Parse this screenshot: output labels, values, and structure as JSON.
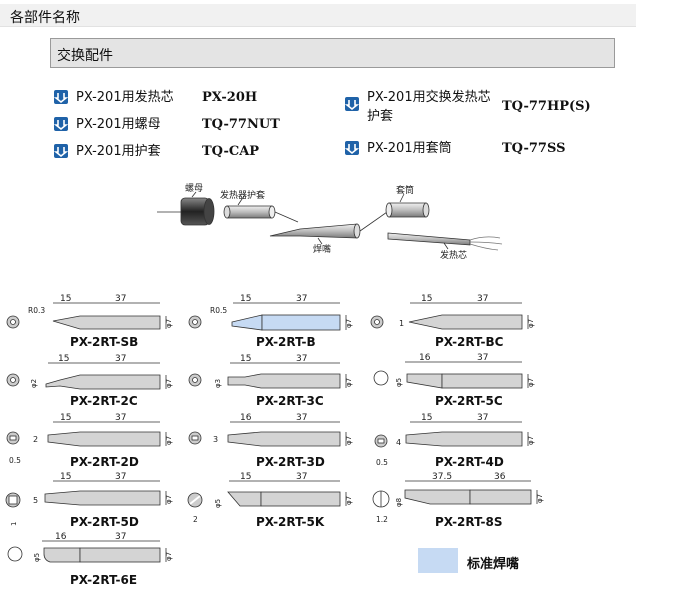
{
  "section_title": "各部件名称",
  "subsection_title": "交换配件",
  "accessories": [
    {
      "name": "PX-201用发热芯",
      "code": "PX-20H"
    },
    {
      "name": "PX-201用螺母",
      "code": "TQ-77NUT"
    },
    {
      "name": "PX-201用护套",
      "code": "TQ-CAP"
    },
    {
      "name": "PX-201用交换发热芯护套",
      "code": "TQ-77HP(S)"
    },
    {
      "name": "PX-201用套筒",
      "code": "TQ-77SS"
    }
  ],
  "parts_diagram": {
    "nut": "螺母",
    "heater_cover": "发热器护套",
    "tip": "焊嘴",
    "sleeve": "套筒",
    "heater_core": "发热芯"
  },
  "tips": [
    {
      "model": "PX-2RT-SB",
      "dims": [
        "15",
        "37"
      ],
      "radius": "R0.3",
      "dia": "φ7",
      "face": ""
    },
    {
      "model": "PX-2RT-B",
      "dims": [
        "15",
        "37"
      ],
      "radius": "R0.5",
      "dia": "φ7",
      "face": "",
      "standard": true
    },
    {
      "model": "PX-2RT-BC",
      "dims": [
        "15",
        "37"
      ],
      "radius": "",
      "dia": "φ7",
      "face": "1"
    },
    {
      "model": "PX-2RT-2C",
      "dims": [
        "15",
        "37"
      ],
      "radius": "",
      "dia": "φ7",
      "face": "φ2"
    },
    {
      "model": "PX-2RT-3C",
      "dims": [
        "15",
        "37"
      ],
      "radius": "",
      "dia": "φ7",
      "face": "φ3"
    },
    {
      "model": "PX-2RT-5C",
      "dims": [
        "16",
        "37"
      ],
      "radius": "",
      "dia": "φ7",
      "face": "φ5"
    },
    {
      "model": "PX-2RT-2D",
      "dims": [
        "15",
        "37"
      ],
      "radius": "",
      "dia": "φ7",
      "face": "2",
      "thk": "0.5"
    },
    {
      "model": "PX-2RT-3D",
      "dims": [
        "16",
        "37"
      ],
      "radius": "",
      "dia": "φ7",
      "face": "3"
    },
    {
      "model": "PX-2RT-4D",
      "dims": [
        "15",
        "37"
      ],
      "radius": "",
      "dia": "φ7",
      "face": "4",
      "thk": "0.5"
    },
    {
      "model": "PX-2RT-5D",
      "dims": [
        "15",
        "37"
      ],
      "radius": "",
      "dia": "φ7",
      "face": "5",
      "thk": "1"
    },
    {
      "model": "PX-2RT-5K",
      "dims": [
        "15",
        "37"
      ],
      "radius": "",
      "dia": "φ7",
      "face": "φ5",
      "thk": "2"
    },
    {
      "model": "PX-2RT-8S",
      "dims": [
        "37.5",
        "36"
      ],
      "radius": "",
      "dia": "φ7",
      "face": "φ8",
      "thk": "1.2"
    },
    {
      "model": "PX-2RT-6E",
      "dims": [
        "16",
        "37"
      ],
      "radius": "",
      "dia": "φ7",
      "face": "φ5"
    }
  ],
  "legend": {
    "label": "标准焊嘴",
    "color": "#c6daf3"
  },
  "colors": {
    "tip_fill": "#d4d4d4",
    "standard_fill": "#c6daf3",
    "icon_blue": "#1f62a8"
  }
}
